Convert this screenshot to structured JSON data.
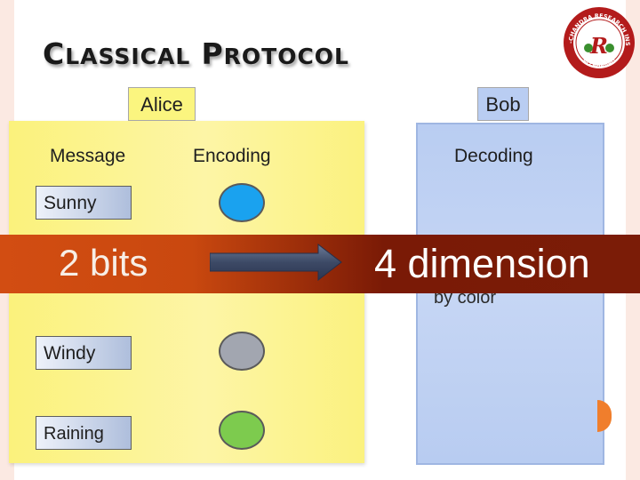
{
  "slide": {
    "title_first_big": "C",
    "title_first_rest": "LASSICAL",
    "title_second_big": "P",
    "title_second_rest": "ROTOCOL",
    "alice_label": "Alice",
    "bob_label": "Bob",
    "columns": {
      "message": "Message",
      "encoding": "Encoding",
      "decoding": "Decoding"
    },
    "messages": [
      "Sunny",
      "Windy",
      "Raining"
    ],
    "encoding_colors": {
      "sunny": "#1aa2ef",
      "windy": "#a2a6b0",
      "raining": "#7dcb4e",
      "hidden": "#cf4a1b"
    },
    "bob_caption_partial": "by color",
    "banner": {
      "left_text": "2 bits",
      "right_text": "4 dimension",
      "color_left": "#d24d12",
      "color_right": "#7b1c07"
    },
    "logo": {
      "outer_text": "HARISH-CHANDRA RESEARCH INSTITUTE",
      "bottom_text": "ALLAHABAD",
      "monogram": "R"
    },
    "panel_colors": {
      "alice": "#fbf27c",
      "bob": "#b9cdf2"
    }
  }
}
